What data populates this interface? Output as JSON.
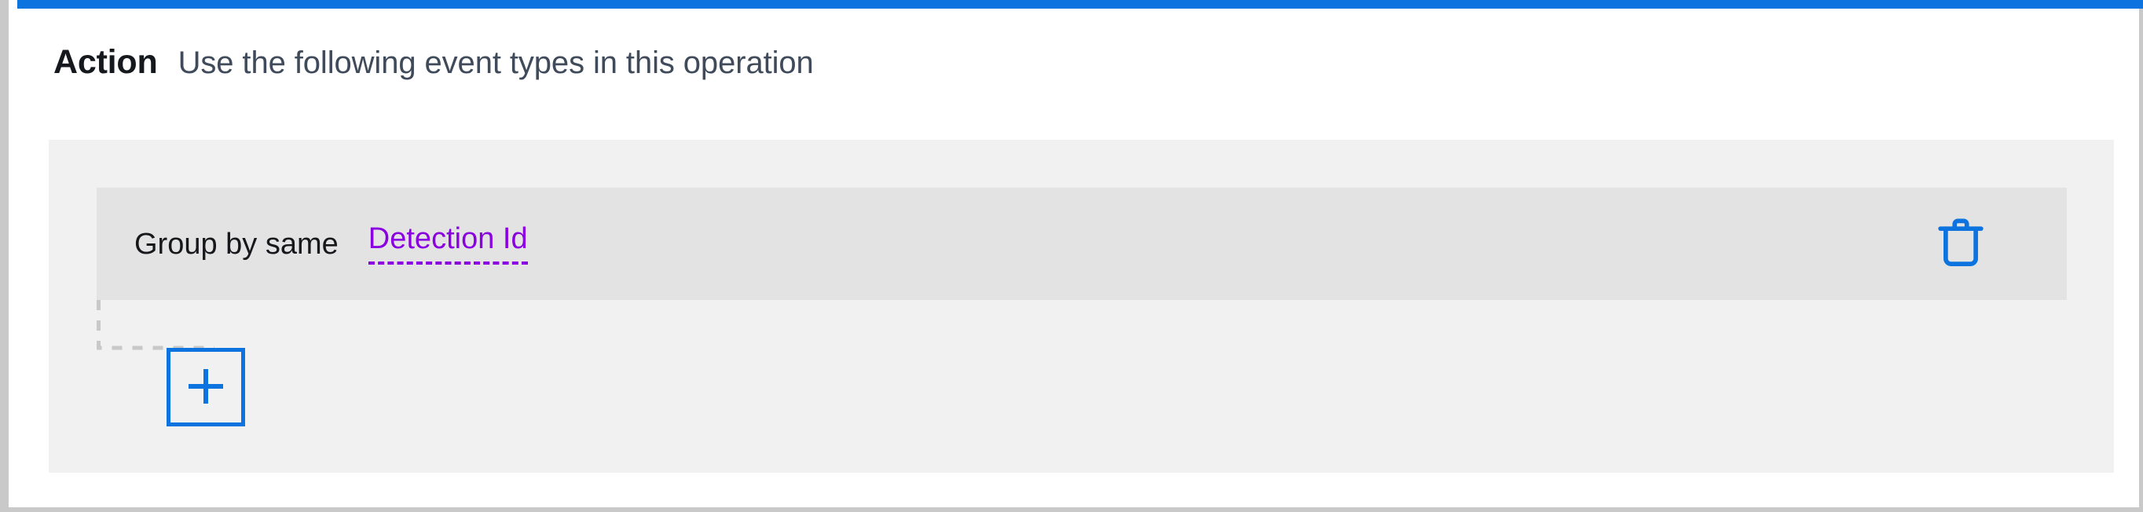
{
  "window": {
    "accent_color": "#0d74df",
    "frame_border_color": "#c9c9c9",
    "background": "#ffffff"
  },
  "header": {
    "title": "Action",
    "subtitle": "Use the following event types in this operation"
  },
  "panel": {
    "background": "#f1f1f1",
    "row_background": "#e3e3e3",
    "rows": [
      {
        "label": "Group by same",
        "field_value": "Detection Id",
        "field_color": "#8a00e0",
        "delete_icon": "trash-icon",
        "delete_icon_color": "#0d74df"
      }
    ],
    "add_button": {
      "icon": "plus-icon",
      "color": "#0d74df",
      "label": "+"
    },
    "connector_color": "#c8c8c8"
  }
}
